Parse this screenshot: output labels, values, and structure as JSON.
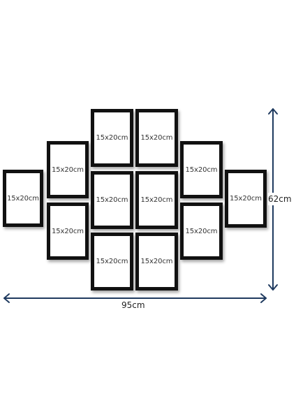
{
  "frames": {
    "far_left": "15x20cm",
    "left_top": "15x20cm",
    "left_bottom": "15x20cm",
    "center_left_top": "15x20cm",
    "center_left_middle": "15x20cm",
    "center_left_bottom": "15x20cm",
    "center_right_top": "15x20cm",
    "center_right_middle": "15x20cm",
    "center_right_bottom": "15x20cm",
    "right_top": "15x20cm",
    "right_bottom": "15x20cm",
    "far_right": "15x20cm"
  },
  "dimensions": {
    "width": "95cm",
    "height": "62cm"
  },
  "colors": {
    "frame_border": "#111111",
    "arrow": "#1f3a5f"
  }
}
